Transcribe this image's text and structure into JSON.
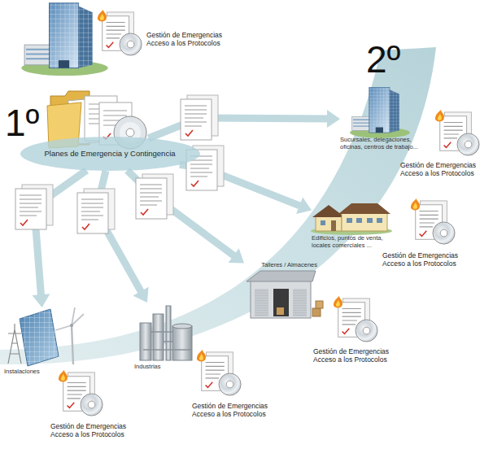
{
  "diagram": {
    "nodes": [
      {
        "text": [
          "Planes de Emergencia y Contingencia"
        ]
      },
      {
        "text": [
          "Sucursales, delegaciones, oficinas, centros de trabajo..."
        ]
      },
      {
        "text": [
          "Edificios, puntos de venta, locales comerciales ..."
        ]
      },
      {
        "text": [
          "Talleres / Almacenes"
        ]
      },
      {
        "text": [
          "Industrias"
        ]
      },
      {
        "text": [
          "Instalaciones"
        ]
      }
    ],
    "edges": [
      {
        "from": 0,
        "to": 1,
        "arrow": "to"
      },
      {
        "from": 0,
        "to": 2,
        "arrow": "to"
      },
      {
        "from": 0,
        "to": 3,
        "arrow": "to"
      },
      {
        "from": 0,
        "to": 4,
        "arrow": "to"
      },
      {
        "from": 0,
        "to": 5,
        "arrow": "to"
      }
    ],
    "labels": [
      "1º",
      "2º",
      "Gestión de Emergencias Acceso a los Protocolos",
      "Gestión de Emergencias Acceso a los Protocolos",
      "Gestión de Emergencias Acceso a los Protocolos",
      "Gestión de Emergencias Acceso a los Protocolos",
      "Gestión de Emergencias Acceso a los Protocolos",
      "Gestión de Emergencias Acceso a los Protocolos"
    ]
  }
}
